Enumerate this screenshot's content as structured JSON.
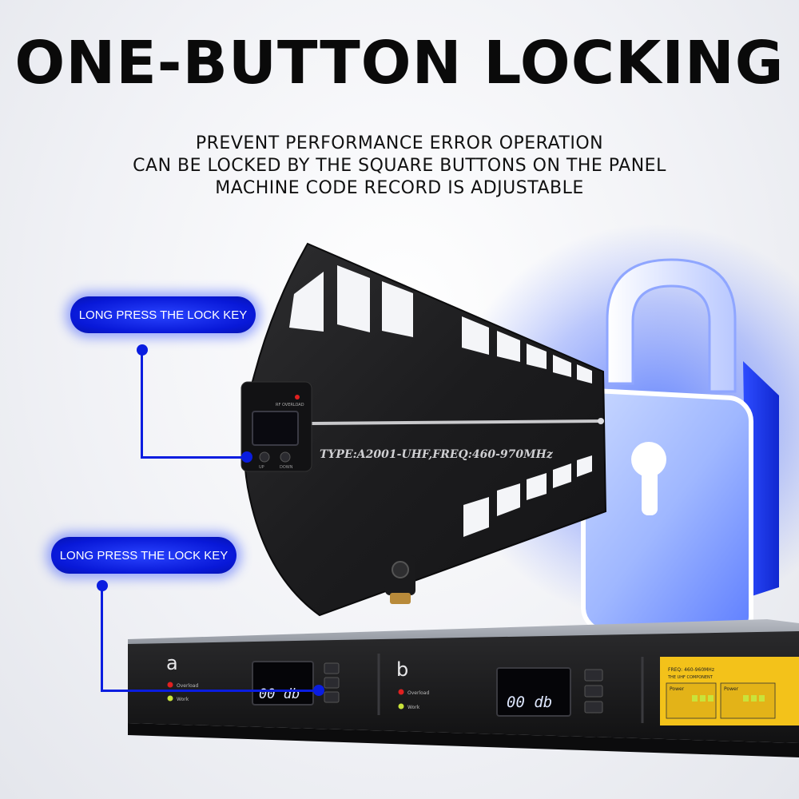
{
  "headline": "ONE-BUTTON LOCKING",
  "subtitle_lines": [
    "PREVENT PERFORMANCE ERROR OPERATION",
    "CAN BE LOCKED BY THE SQUARE BUTTONS ON THE PANEL",
    "MACHINE CODE RECORD IS ADJUSTABLE"
  ],
  "callouts": [
    {
      "label": "LONG PRESS THE LOCK KEY"
    },
    {
      "label": "LONG PRESS THE LOCK KEY"
    }
  ],
  "antenna": {
    "type_label": "TYPE:A2001-UHF,FREQ:460-970MHz",
    "led_label": "RF OVERLOAD",
    "button_left": "UP",
    "button_right": "DOWN"
  },
  "receiver": {
    "channel_a": {
      "letter": "a",
      "display": "00 db",
      "led1": "Overload",
      "led2": "Work"
    },
    "channel_b": {
      "letter": "b",
      "display": "00 db",
      "led1": "Overload",
      "led2": "Work"
    },
    "info": {
      "line1": "FREQ: 460-960MHz",
      "line2": "THE UHF COMPONENT",
      "power1": "Power",
      "power2": "Power"
    }
  },
  "colors": {
    "accent": "#0a1de0",
    "lock_glow": "#2f5bff",
    "display_text": "#dfe8ff",
    "led_red": "#e02020",
    "led_green": "#c9e33a"
  }
}
